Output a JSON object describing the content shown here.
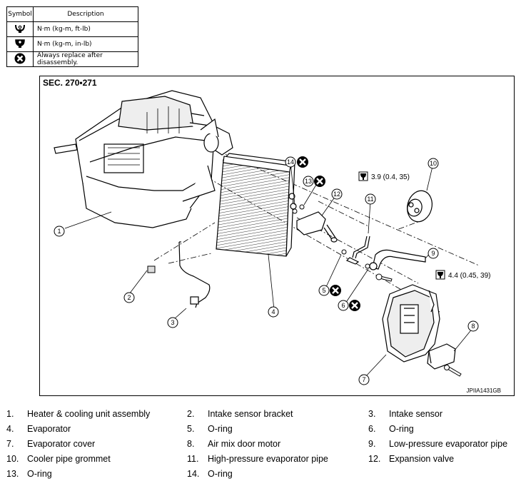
{
  "symbol_table": {
    "header_symbol": "Symbol",
    "header_description": "Description",
    "rows": [
      {
        "icon": "torque-wrench-icon",
        "description": "N·m (kg-m, ft-lb)"
      },
      {
        "icon": "torque-wrench-filled-icon",
        "description": "N·m (kg-m, in-lb)"
      },
      {
        "icon": "always-replace-icon",
        "description": "Always replace after disassembly."
      }
    ]
  },
  "diagram": {
    "section": "SEC. 270•271",
    "figure_id": "JPIIA1431GB",
    "callouts": [
      "1",
      "2",
      "3",
      "4",
      "5",
      "6",
      "7",
      "8",
      "9",
      "10",
      "11",
      "12",
      "13",
      "14"
    ],
    "torque_values": [
      "3.9 (0.4, 35)",
      "4.4 (0.45, 39)"
    ]
  },
  "legend": [
    {
      "num": "1.",
      "text": "Heater & cooling unit assembly"
    },
    {
      "num": "2.",
      "text": "Intake sensor bracket"
    },
    {
      "num": "3.",
      "text": "Intake sensor"
    },
    {
      "num": "4.",
      "text": "Evaporator"
    },
    {
      "num": "5.",
      "text": "O-ring"
    },
    {
      "num": "6.",
      "text": "O-ring"
    },
    {
      "num": "7.",
      "text": "Evaporator cover"
    },
    {
      "num": "8.",
      "text": "Air mix door motor"
    },
    {
      "num": "9.",
      "text": "Low-pressure evaporator pipe"
    },
    {
      "num": "10.",
      "text": "Cooler pipe grommet"
    },
    {
      "num": "11.",
      "text": "High-pressure evaporator pipe"
    },
    {
      "num": "12.",
      "text": "Expansion valve"
    },
    {
      "num": "13.",
      "text": "O-ring"
    },
    {
      "num": "14.",
      "text": "O-ring"
    }
  ]
}
